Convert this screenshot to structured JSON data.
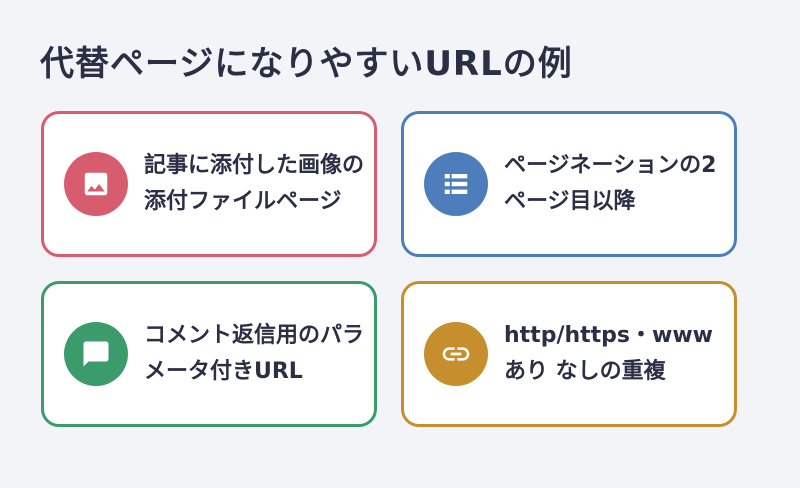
{
  "title": "代替ページになりやすいURLの例",
  "cards": [
    {
      "label": "記事に添付した画像の添付ファイルページ",
      "icon": "image-icon",
      "color": "#d65c6e"
    },
    {
      "label": "ページネーションの2ページ目以降",
      "icon": "list-icon",
      "color": "#4d7dbb"
    },
    {
      "label": "コメント返信用のパラメータ付きURL",
      "icon": "comment-icon",
      "color": "#3b9b6b"
    },
    {
      "label": "http/https・www あり なしの重複",
      "icon": "link-icon",
      "color": "#c68e2c"
    }
  ]
}
